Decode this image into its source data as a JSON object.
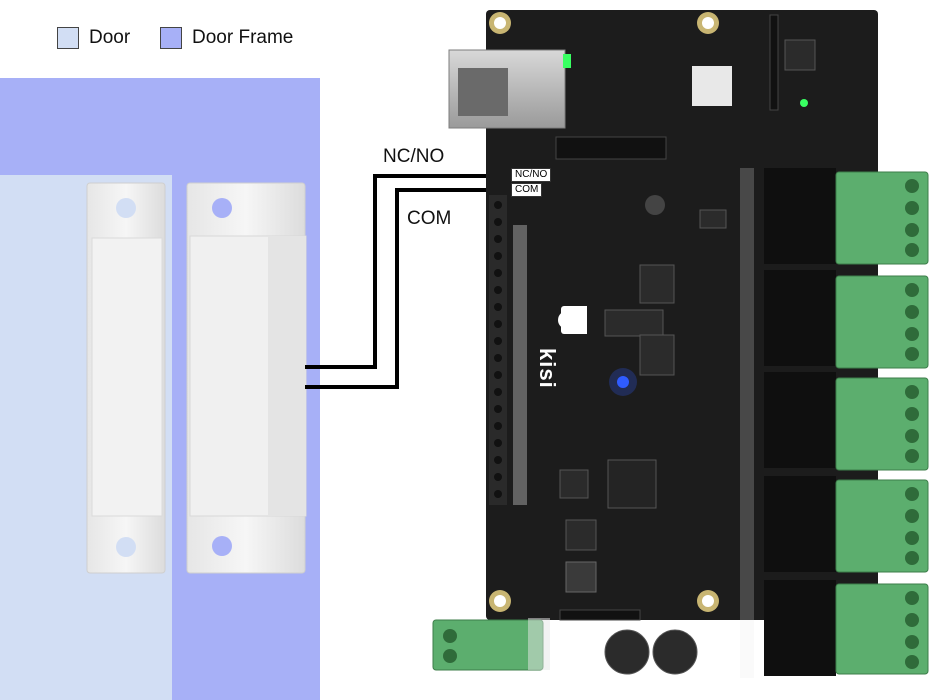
{
  "legend": {
    "door_label": "Door",
    "frame_label": "Door Frame"
  },
  "wires": {
    "nc_no_label": "NC/NO",
    "com_label": "COM"
  },
  "board": {
    "terminal_nc_no": "NC/NO",
    "terminal_com": "COM",
    "logo_text": "kisi"
  },
  "colors": {
    "door": "#d2def4",
    "door_frame": "#a7b0f7",
    "pcb": "#1c1c1c",
    "terminal_green": "#5cae6e",
    "relay_black": "#0f0f0f",
    "status_led_blue": "#2f5cff",
    "status_led_green": "#39ff62"
  }
}
